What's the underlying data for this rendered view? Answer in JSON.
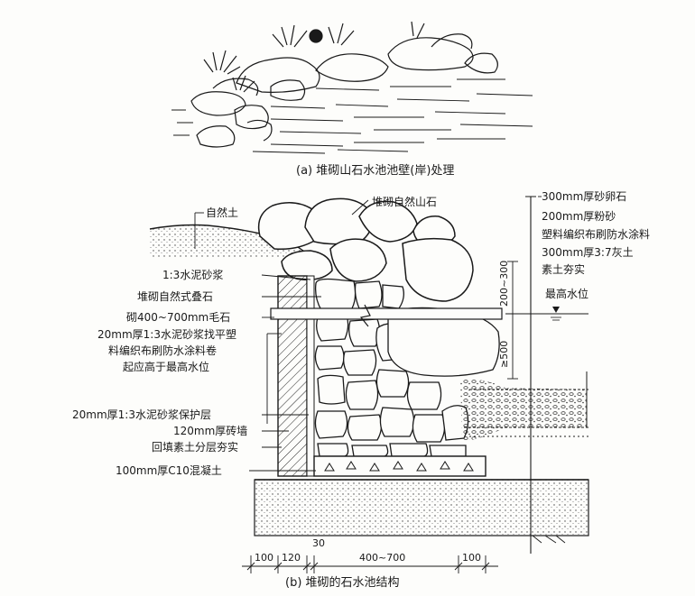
{
  "figure_a": {
    "caption": "(a) 堆砌山石水池池壁(岸)处理"
  },
  "figure_b": {
    "caption": "(b) 堆砌的石水池结构",
    "top_labels": {
      "natural_soil": "自然土",
      "natural_rock": "堆砌自然山石"
    },
    "left_labels": [
      "1:3水泥砂浆",
      "堆砌自然式叠石",
      "砌400~700mm毛石",
      "20mm厚1:3水泥砂浆找平塑",
      "料编织布刷防水涂料卷",
      "起应高于最高水位",
      "20mm厚1:3水泥砂浆保护层",
      "120mm厚砖墙",
      "回填素土分层夯实",
      "100mm厚C10混凝土"
    ],
    "right_labels": [
      "300mm厚砂卵石",
      "200mm厚粉砂",
      "塑料编织布刷防水涂料",
      "300mm厚3:7灰土",
      "素土夯实"
    ],
    "water_level": "最高水位",
    "vertical_dims": [
      "200~300",
      "≥500"
    ],
    "bottom_dims": [
      "100",
      "120",
      "30",
      "400~700",
      "100"
    ]
  }
}
